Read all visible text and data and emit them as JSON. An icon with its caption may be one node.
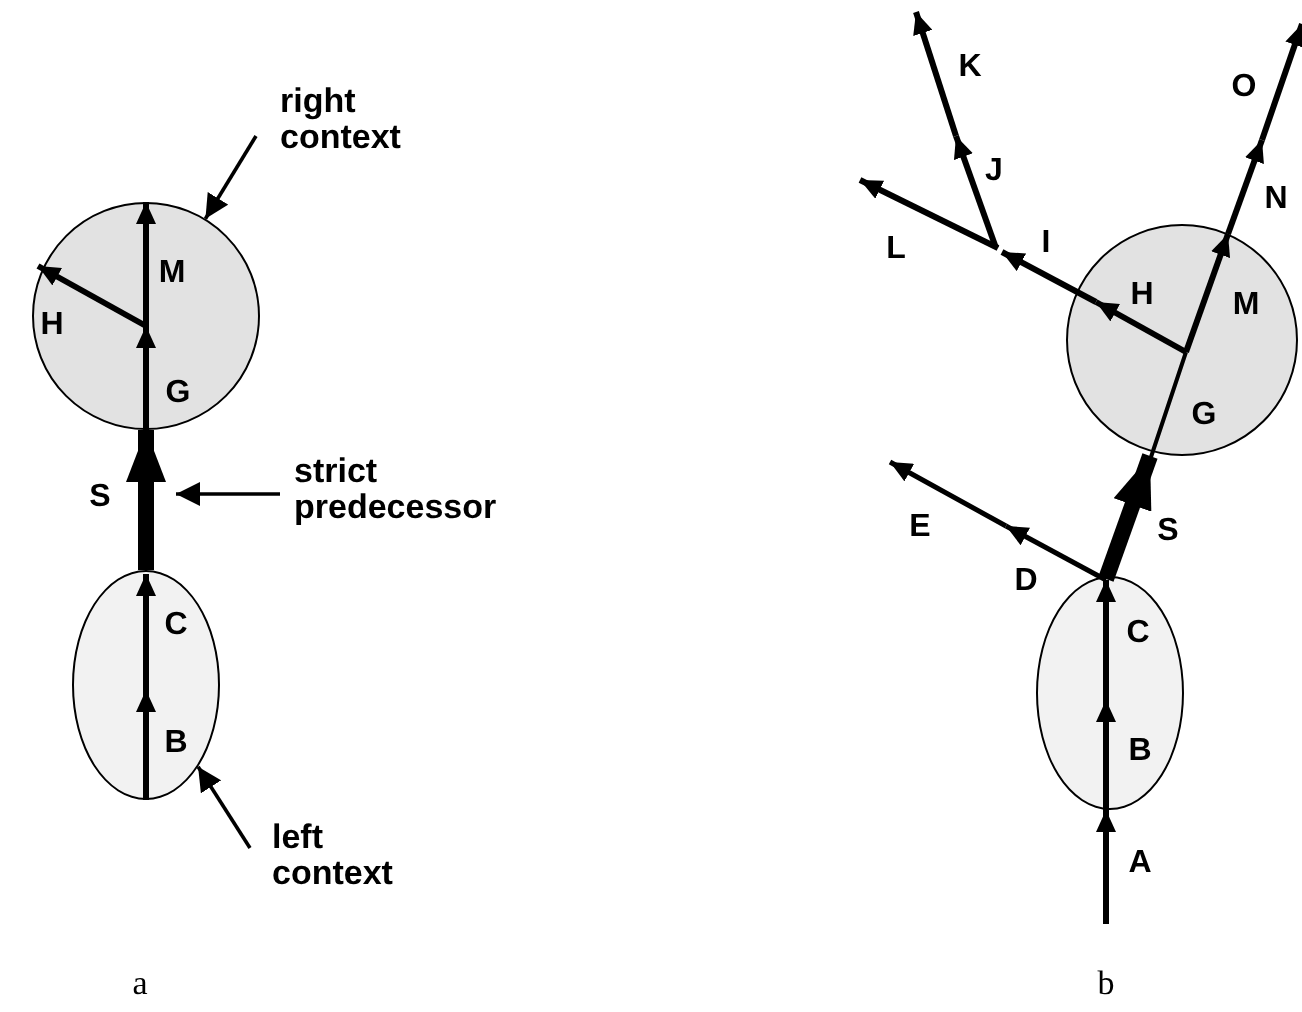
{
  "diagram": {
    "nodes": [
      {
        "text": [
          "right context"
        ]
      },
      {
        "text": [],
        "shape": "circle"
      },
      {
        "text": [
          "strict predecessor"
        ]
      },
      {
        "text": [],
        "shape": "ellipse"
      },
      {
        "text": [
          "left context"
        ]
      },
      {
        "text": [],
        "shape": "circle"
      },
      {
        "text": [],
        "shape": "ellipse"
      }
    ],
    "edges": [
      {
        "from": 0,
        "to": 1,
        "arrow": "to"
      },
      {
        "from": 2,
        "to": null,
        "arrow": "to"
      },
      {
        "from": 4,
        "to": 3,
        "arrow": "to"
      },
      {
        "from": 3,
        "to": 1,
        "arrow": "to",
        "label": "S",
        "style": "thick"
      },
      {
        "from": 6,
        "to": 5,
        "arrow": "to",
        "label": "S",
        "style": "thick"
      }
    ],
    "labels": [
      "M",
      "H",
      "G",
      "C",
      "B",
      "a",
      "K",
      "O",
      "J",
      "L",
      "I",
      "N",
      "H",
      "M",
      "G",
      "E",
      "D",
      "C",
      "B",
      "A",
      "b"
    ]
  }
}
